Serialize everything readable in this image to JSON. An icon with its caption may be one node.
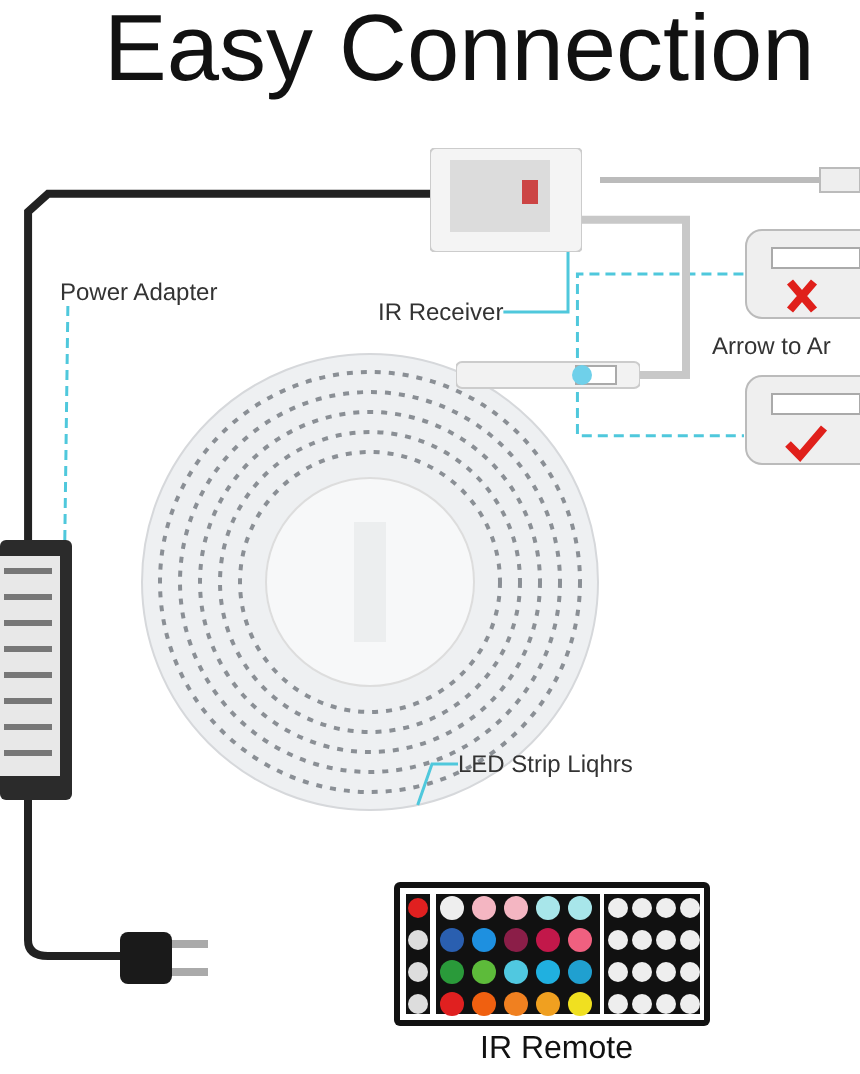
{
  "diagram": {
    "title": "Easy Connection",
    "nodes": [
      {
        "text": [
          "Power Adapter"
        ]
      },
      {
        "text": [],
        "shape": "picture"
      },
      {
        "text": [
          "IR Receiver"
        ]
      },
      {
        "text": [],
        "shape": "picture"
      },
      {
        "text": [
          "LED Strip Liqhrs"
        ]
      },
      {
        "text": [],
        "shape": "picture"
      },
      {
        "text": [],
        "shape": "picture"
      },
      {
        "text": [],
        "shape": "picture"
      },
      {
        "text": [],
        "shape": "picture"
      }
    ],
    "edges": [
      {
        "from": 0,
        "to": 1,
        "arrow": "none",
        "style": "dashed"
      },
      {
        "from": 2,
        "to": 3,
        "arrow": "none"
      },
      {
        "from": 4,
        "to": 5,
        "arrow": "none"
      },
      {
        "from": 6,
        "to": 7,
        "arrow": "none",
        "style": "dashed"
      },
      {
        "from": 6,
        "to": 8,
        "arrow": "none",
        "style": "dashed"
      },
      {
        "from": 1,
        "to": 3,
        "arrow": "none",
        "style": "thick",
        "color": "#222222"
      },
      {
        "from": 3,
        "to": 6,
        "arrow": "none",
        "style": "thick",
        "color": "#c8c8c8"
      }
    ],
    "labels": [
      "Arrow to Ar",
      "IR Remote"
    ]
  }
}
